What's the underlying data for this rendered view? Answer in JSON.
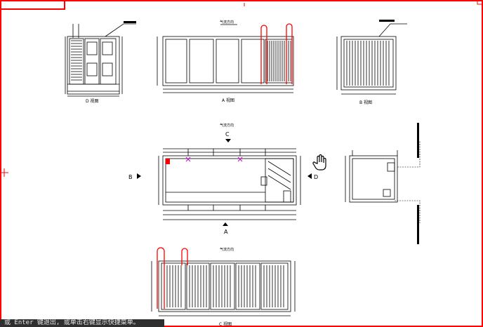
{
  "colors": {
    "frame": "#ff0000",
    "linework": "#000000",
    "accent": "#ff0000",
    "dim_marker": "#cc00cc",
    "cmdbar_bg": "#2f2f2f"
  },
  "labels": {
    "d_view": "D 视图",
    "a_view": "A 视图",
    "b_view": "B 视图",
    "c_view": "C 视图",
    "airflow": "气流方向",
    "mark_a": "A",
    "mark_b": "B",
    "mark_c": "C",
    "mark_d": "D"
  },
  "command_prompt": "或 Enter 键退出, 或单击右键显示快捷菜单。",
  "icons": {
    "pan_cursor": "hand-pan-icon",
    "crosshair": "crosshair-icon"
  }
}
